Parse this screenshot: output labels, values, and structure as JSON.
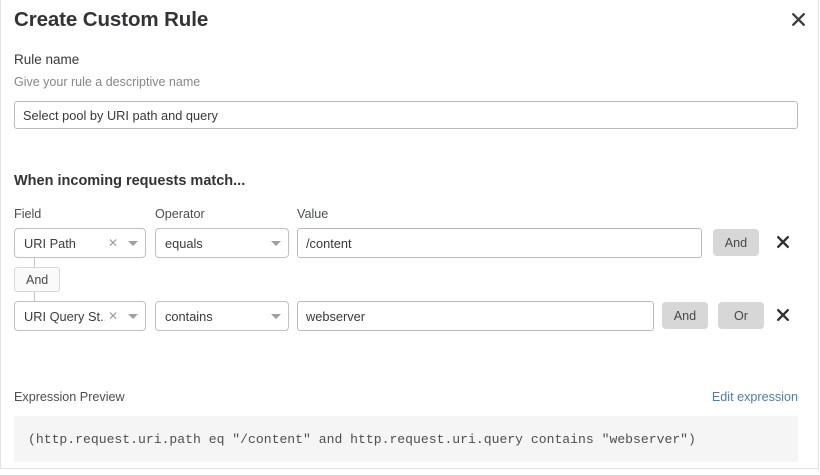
{
  "dialog": {
    "title": "Create Custom Rule",
    "close_icon": "close-icon"
  },
  "rule_name": {
    "label": "Rule name",
    "help": "Give your rule a descriptive name",
    "value": "Select pool by URI path and query",
    "placeholder": "Rule name"
  },
  "match_section": {
    "heading": "When incoming requests match...",
    "columns": {
      "field": "Field",
      "operator": "Operator",
      "value": "Value"
    },
    "conjunction_badge": "And",
    "rows": [
      {
        "field": "URI Path",
        "operator": "equals",
        "value": "/content",
        "value_placeholder": "Enter value",
        "buttons": [
          "And"
        ],
        "delete_icon": "close-icon",
        "clear_icon": "clear-icon",
        "caret_icon": "chevron-down-icon"
      },
      {
        "field": "URI Query St...",
        "operator": "contains",
        "value": "webserver",
        "value_placeholder": "Enter value",
        "buttons": [
          "And",
          "Or"
        ],
        "delete_icon": "close-icon",
        "clear_icon": "clear-icon",
        "caret_icon": "chevron-down-icon"
      }
    ]
  },
  "expression_preview": {
    "label": "Expression Preview",
    "edit_link": "Edit expression",
    "expression": "(http.request.uri.path eq \"/content\" and http.request.uri.query contains \"webserver\")"
  },
  "colors": {
    "accent_link": "#4a7fa8",
    "button_gray": "#d7d7d7",
    "preview_bg": "#f5f5f5",
    "border": "#bdc1c4"
  }
}
